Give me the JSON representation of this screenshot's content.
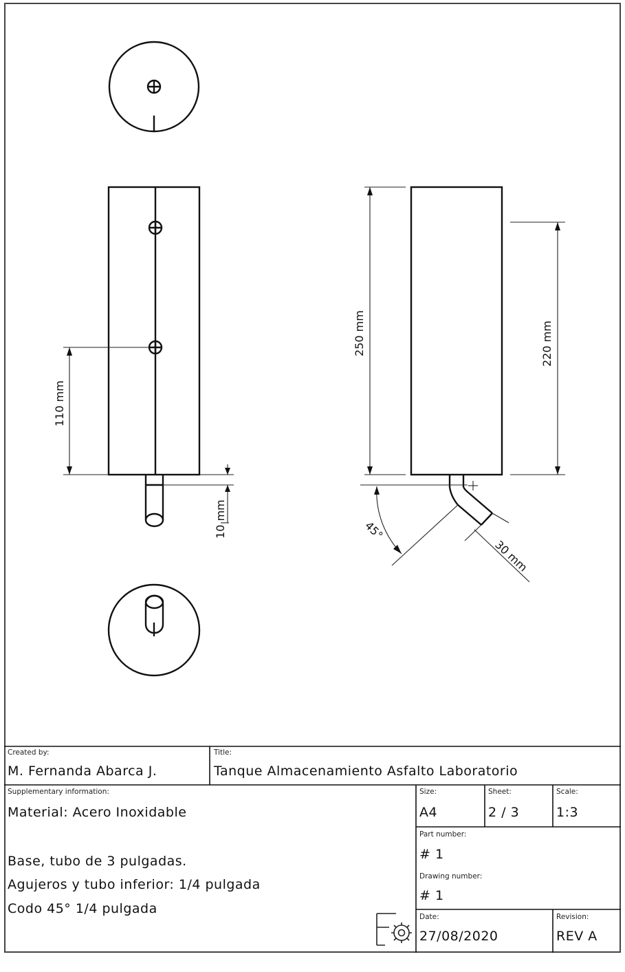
{
  "dimensions": {
    "d110": "110 mm",
    "d10": "10 mm",
    "d250": "250 mm",
    "d220": "220 mm",
    "angle45": "45°",
    "d30": "30 mm"
  },
  "title_block": {
    "created_by_label": "Created by:",
    "created_by": "M. Fernanda Abarca J.",
    "title_label": "Title:",
    "title": "Tanque Almacenamiento Asfalto Laboratorio",
    "supp_label": "Supplementary information:",
    "supp_lines": [
      "Material: Acero Inoxidable",
      "Base, tubo de 3 pulgadas.",
      "Agujeros y tubo inferior: 1/4 pulgada",
      "Codo 45° 1/4 pulgada"
    ],
    "size_label": "Size:",
    "size": "A4",
    "sheet_label": "Sheet:",
    "sheet": "2 / 3",
    "scale_label": "Scale:",
    "scale": "1:3",
    "part_label": "Part number:",
    "part": "# 1",
    "drawing_label": "Drawing number:",
    "drawing": "# 1",
    "date_label": "Date:",
    "date": "27/08/2020",
    "revision_label": "Revision:",
    "revision": "REV A"
  },
  "icons": {
    "logo": "freecad-gear-logo-icon"
  }
}
